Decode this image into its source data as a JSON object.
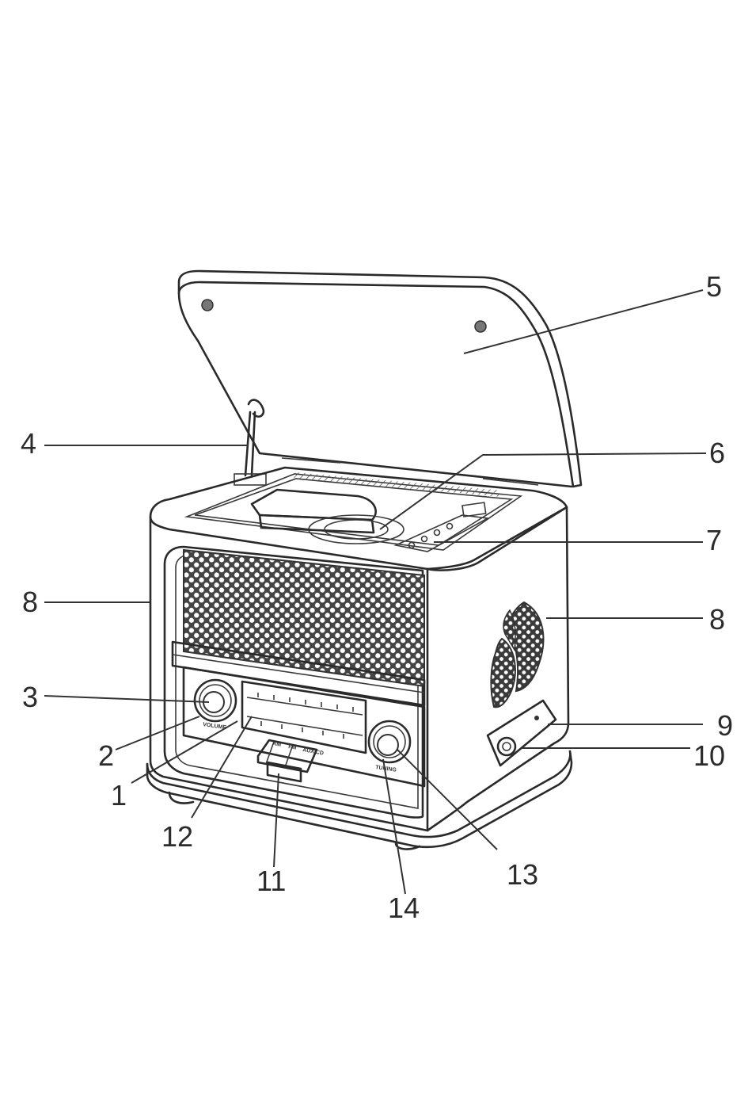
{
  "callouts": [
    {
      "id": "5",
      "label": "5"
    },
    {
      "id": "4",
      "label": "4"
    },
    {
      "id": "6",
      "label": "6"
    },
    {
      "id": "7",
      "label": "7"
    },
    {
      "id": "8L",
      "label": "8"
    },
    {
      "id": "8R",
      "label": "8"
    },
    {
      "id": "3",
      "label": "3"
    },
    {
      "id": "9",
      "label": "9"
    },
    {
      "id": "2",
      "label": "2"
    },
    {
      "id": "10",
      "label": "10"
    },
    {
      "id": "1",
      "label": "1"
    },
    {
      "id": "12",
      "label": "12"
    },
    {
      "id": "13",
      "label": "13"
    },
    {
      "id": "11",
      "label": "11"
    },
    {
      "id": "14",
      "label": "14"
    }
  ],
  "panel_text": {
    "volume": "VOLUME",
    "tuning": "TUNING",
    "switches": [
      "AM",
      "FM",
      "AUX/CD"
    ]
  },
  "colors": {
    "line": "#2a2a2a",
    "background": "#ffffff"
  }
}
